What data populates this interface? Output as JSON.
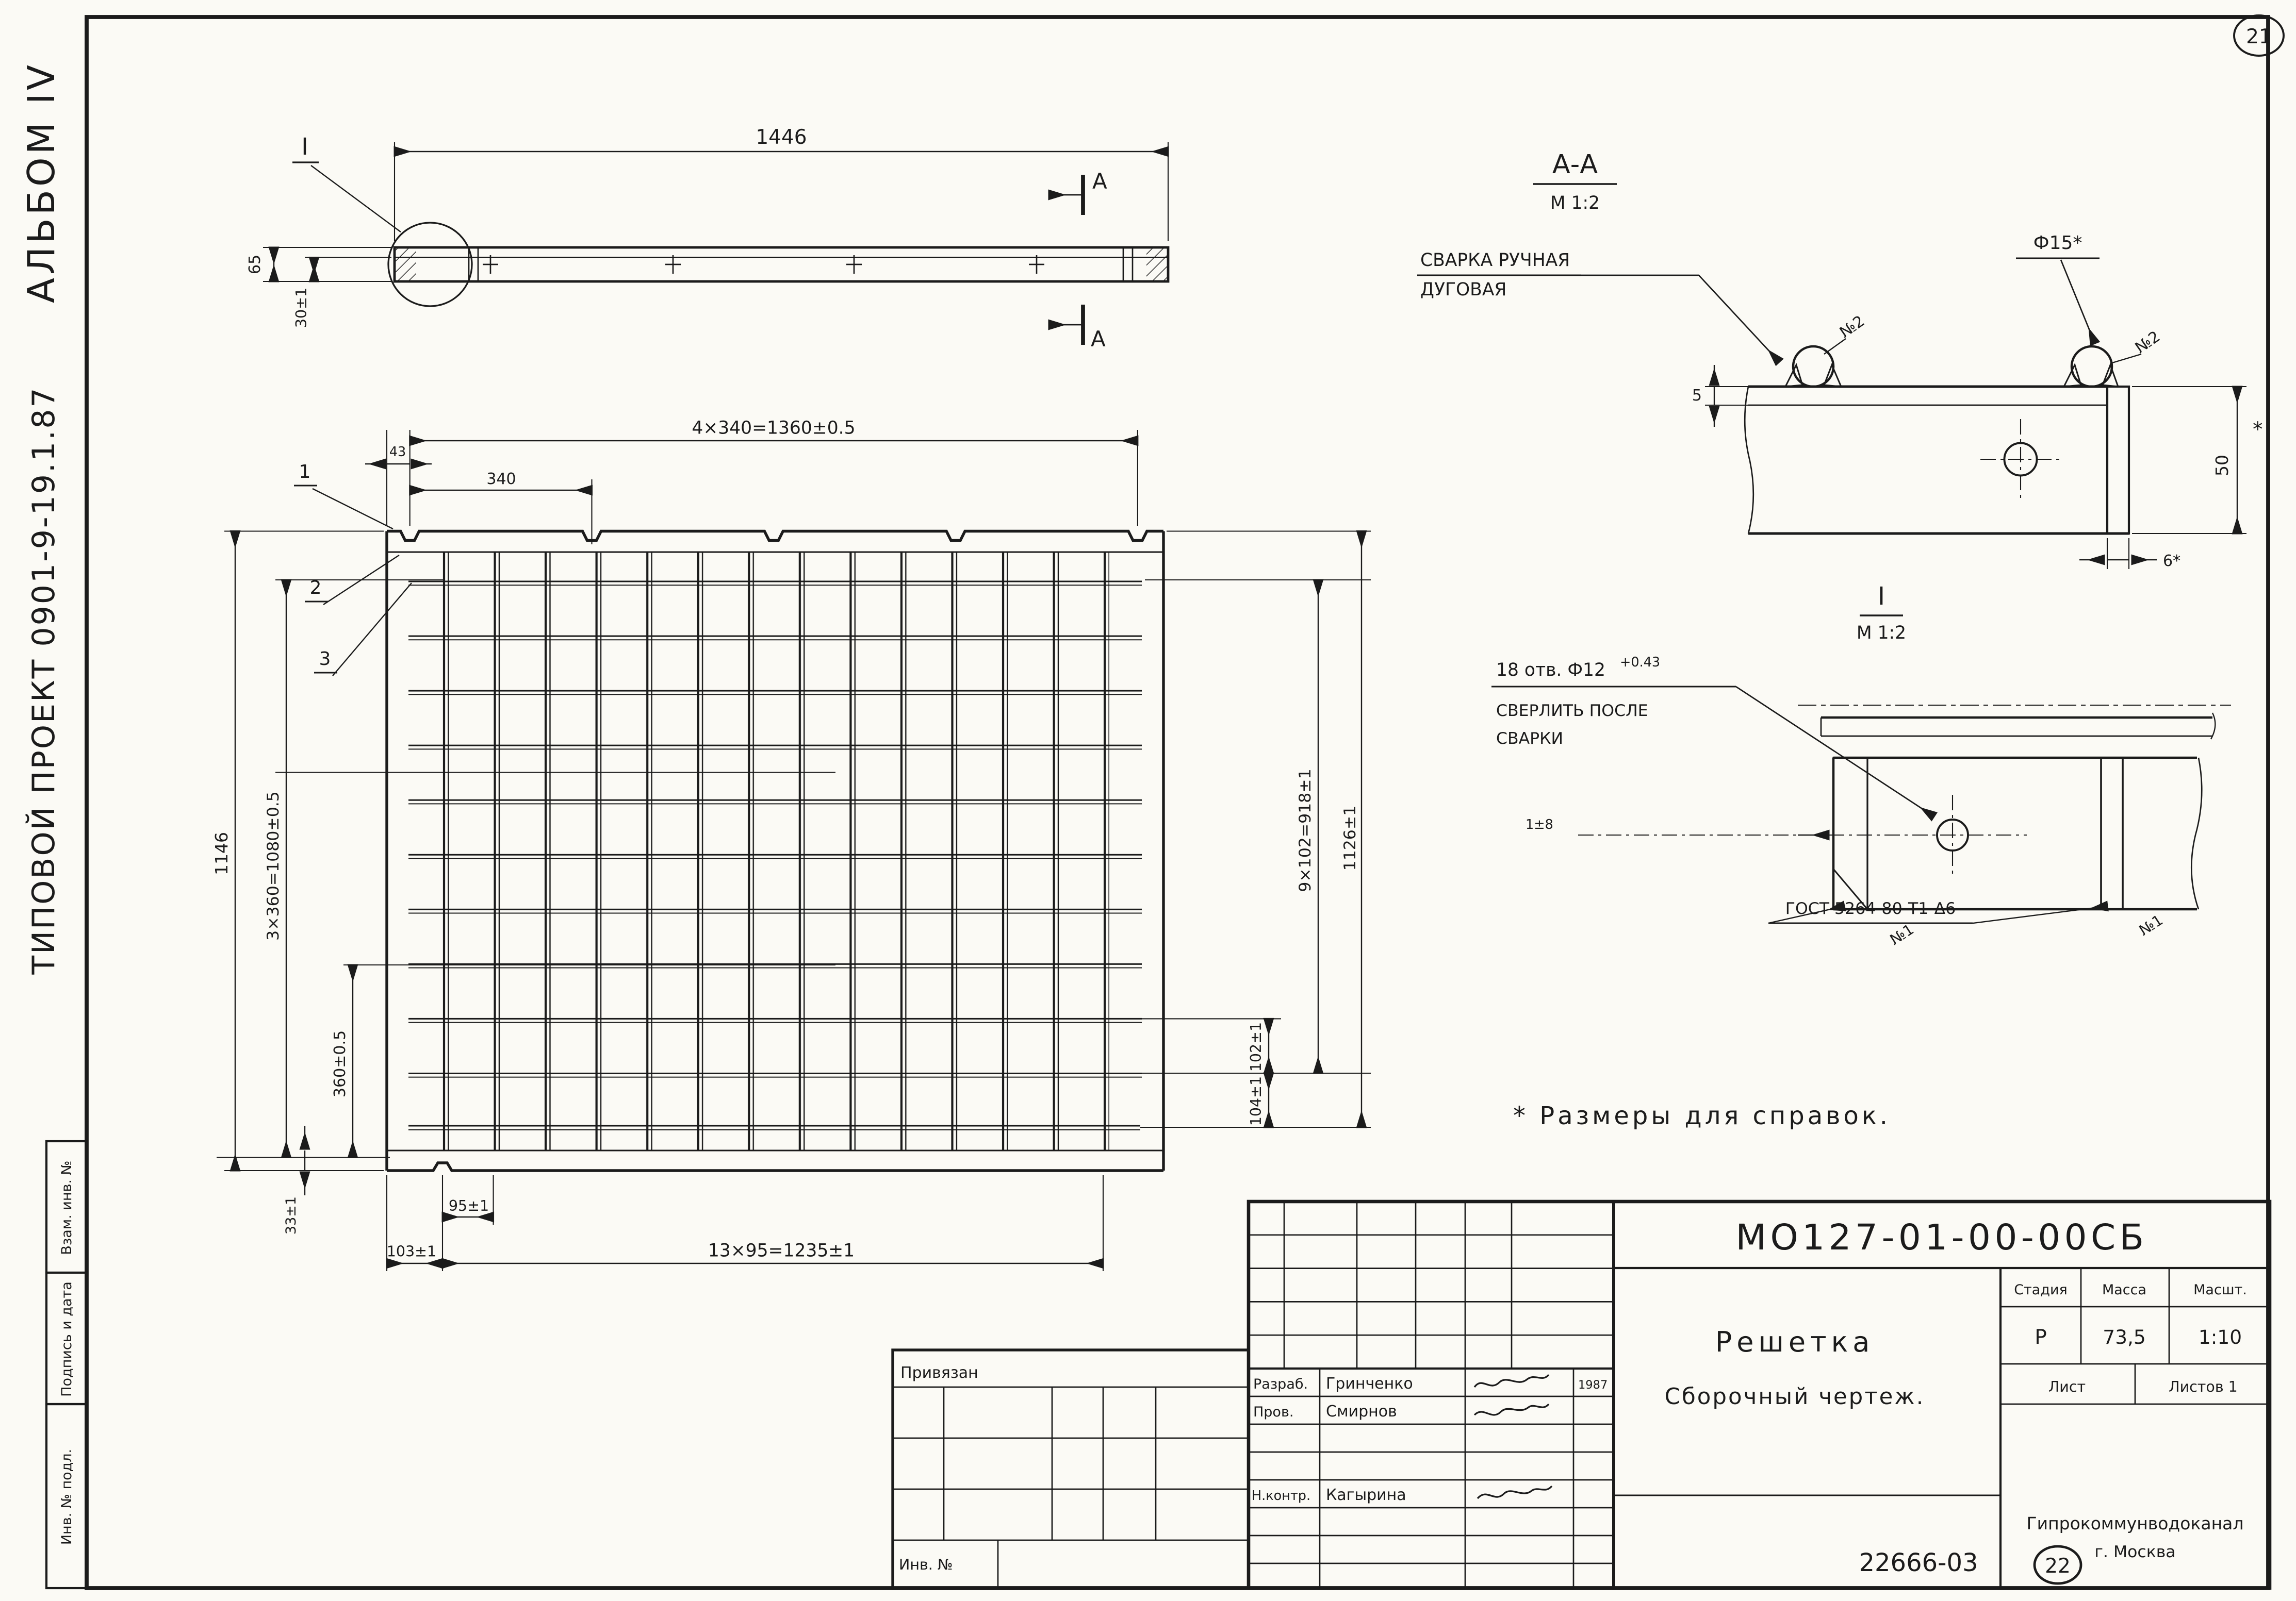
{
  "sheet": {
    "top_number": "21",
    "bottom_number": "22",
    "footer_code": "22666-03"
  },
  "margin": {
    "album": "АЛЬБОМ IV",
    "project": "ТИПОВОЙ  ПРОЕКТ 0901-9-19.1.87",
    "stamps": [
      "Взам. инв. №",
      "Подпись и дата",
      "Инв. № подл."
    ]
  },
  "side_view": {
    "detail_mark": "I",
    "section_letter": "А",
    "dim_length": "1446",
    "dim_height": "65",
    "dim_offset": "30±1"
  },
  "plan_view": {
    "callout_1": "1",
    "callout_2": "2",
    "callout_3": "3",
    "dim_43": "43",
    "dim_340": "340",
    "dim_1360": "4×340=1360±0.5",
    "dim_1146": "1146",
    "dim_1080": "3×360=1080±0.5",
    "dim_360": "360±0.5",
    "dim_33": "33±1",
    "dim_95": "95±1",
    "dim_103": "103±1",
    "dim_1235": "13×95=1235±1",
    "dim_918": "9×102=918±1",
    "dim_1126": "1126±1",
    "dim_102": "102±1",
    "dim_104": "104±1"
  },
  "section_aa": {
    "title": "А-А",
    "scale": "М 1:2",
    "weld_note_line1": "СВАРКА РУЧНАЯ",
    "weld_note_line2": "ДУГОВАЯ",
    "weld_mark": "№2",
    "diameter": "Ф15*",
    "dim_5": "5",
    "dim_50": "50",
    "dim_50_star": "*",
    "dim_6": "6*"
  },
  "detail_i": {
    "title": "I",
    "scale": "М 1:2",
    "holes_note": "18 отв. Ф12",
    "holes_tolerance": "+0.43",
    "drill_note_line1": "СВЕРЛИТЬ ПОСЛЕ",
    "drill_note_line2": "СВАРКИ",
    "dim_gap": "1±8",
    "weld_gost": "ГОСТ 5264-80-Т1-Δ6",
    "weld_mark": "№1"
  },
  "note": {
    "text": "* Размеры для справок."
  },
  "title_block": {
    "doc_number": "МО127-01-00-00СБ",
    "title_line1": "Решетка",
    "title_line2": "Сборочный чертеж.",
    "stage_header": "Стадия",
    "mass_header": "Масса",
    "scale_header": "Масшт.",
    "stage": "Р",
    "mass": "73,5",
    "scale": "1:10",
    "sheet_label": "Лист",
    "sheets_label": "Листов 1",
    "org_line1": "Гипрокоммунводоканал",
    "org_line2": "г. Москва",
    "linked_label": "Привязан",
    "inventory_label": "Инв. №",
    "signature_rows": [
      {
        "role": "Разраб.",
        "name": "Гринченко",
        "date": "1987"
      },
      {
        "role": "Пров.",
        "name": "Смирнов",
        "date": ""
      },
      {
        "role": "Н.контр.",
        "name": "Кагырина",
        "date": ""
      }
    ]
  }
}
